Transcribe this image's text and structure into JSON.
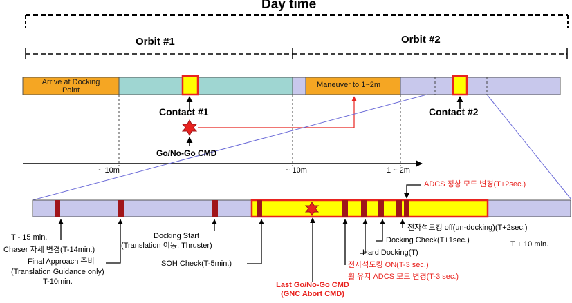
{
  "title": "Day time",
  "orbits": [
    "Orbit #1",
    "Orbit #2"
  ],
  "top_bar": {
    "arrive": "Arrive at Docking Point",
    "maneuver": "Maneuver to 1~2m"
  },
  "contacts": [
    "Contact #1",
    "Contact #2"
  ],
  "go_nogo": "Go/No-Go CMD",
  "distances": [
    "~ 10m",
    "~ 10m",
    "1 ~ 2m"
  ],
  "bottom_labels": {
    "t_minus_15": "T - 15 min.",
    "chaser_attitude": "Chaser 자세 변경(T-14min.)",
    "final_approach_1": "Final Approach 준비",
    "final_approach_2": "(Translation Guidance only)",
    "final_approach_3": "T-10min.",
    "docking_start_1": "Docking Start",
    "docking_start_2": "(Translation 이동, Thruster)",
    "soh_check": "SOH Check(T-5min.)",
    "last_go_1": "Last Go/No-Go CMD",
    "last_go_2": "(GNC Abort CMD)",
    "em_dock_on": "전자석도킹 ON(T-3 sec.)",
    "adcs_rest": "휠 유지 ADCS 모드 변경(T-3 sec.)",
    "hard_docking": "Hard Docking(T)",
    "docking_check": "Docking Check(T+1sec.)",
    "em_dock_off": "전자석도킹 off(un-docking)(T+2sec.)",
    "t_plus_10": "T + 10 min.",
    "adcs_normal": "ADCS 정상 모드 변경(T+2sec.)"
  },
  "colors": {
    "orange": "#f5a623",
    "teal": "#9fd6d2",
    "lavender": "#c8c8ec",
    "yellow": "#ffff00",
    "red": "#e8231f",
    "dark_red": "#a0151a",
    "zoom_line": "#6b6bd8"
  }
}
